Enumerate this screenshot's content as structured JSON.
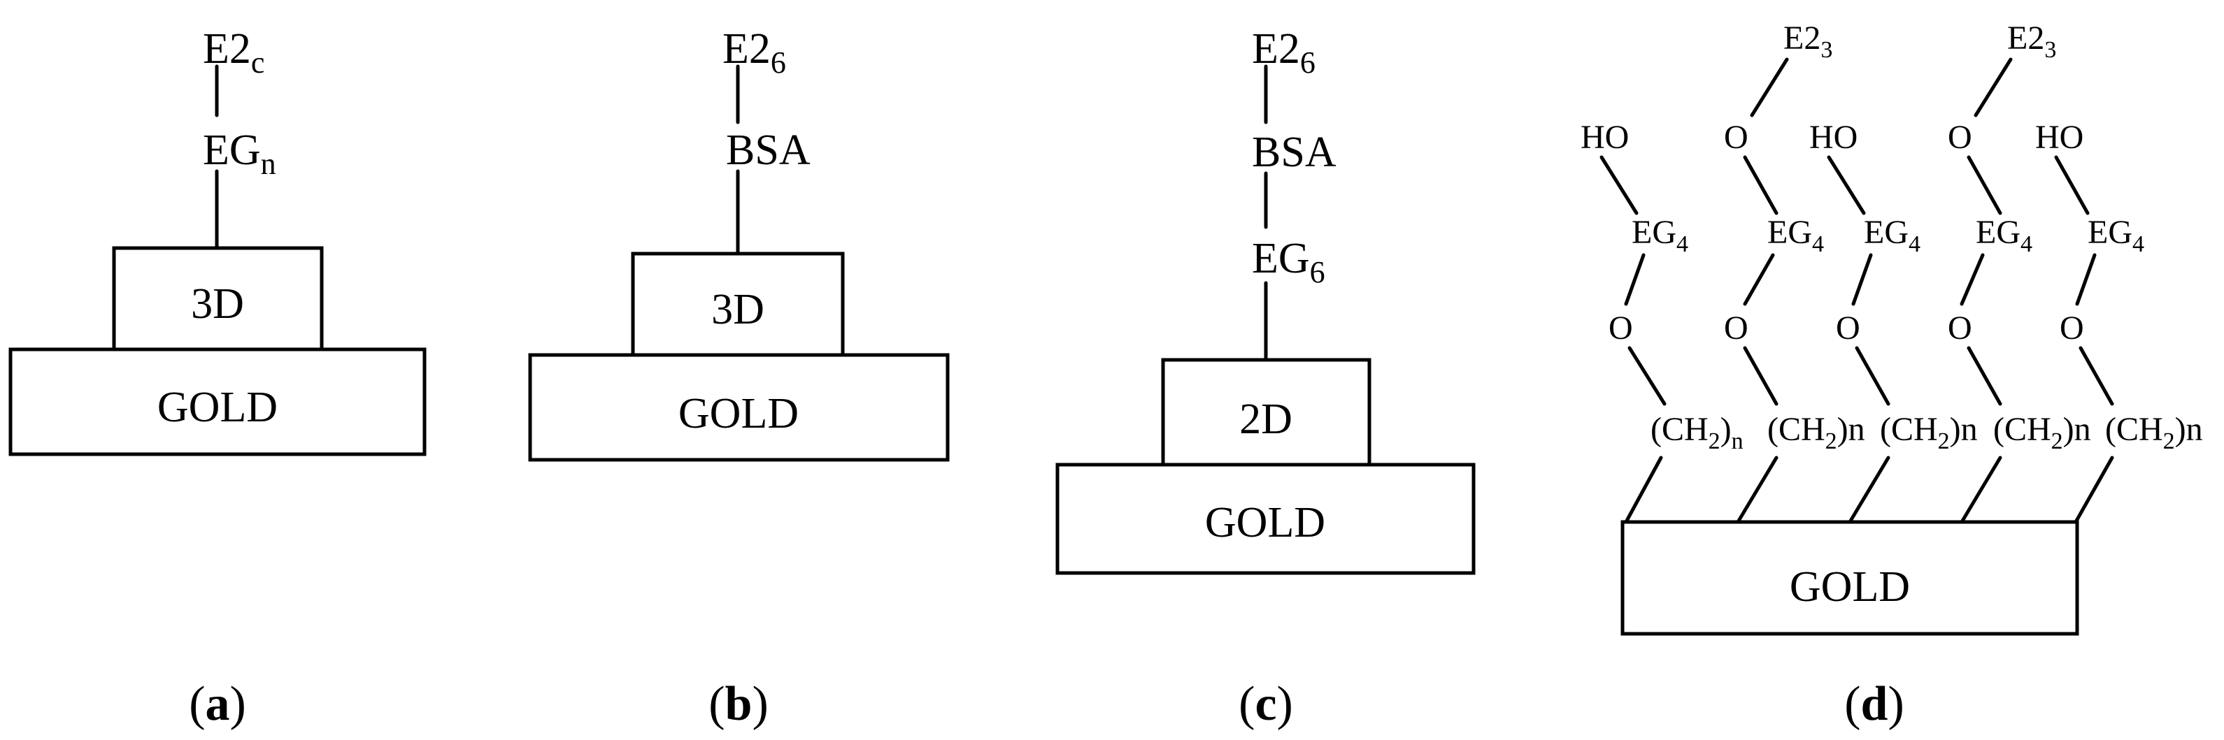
{
  "panels": {
    "a": {
      "caption": "a",
      "top": {
        "base": "E2",
        "sub": "c"
      },
      "mid": {
        "base": "EG",
        "sub": "n"
      },
      "layer": "3D",
      "substrate": "GOLD"
    },
    "b": {
      "caption": "b",
      "top": {
        "base": "E2",
        "sub": "6"
      },
      "mid": "BSA",
      "layer": "3D",
      "substrate": "GOLD"
    },
    "c": {
      "caption": "c",
      "top": {
        "base": "E2",
        "sub": "6"
      },
      "mid": "BSA",
      "low": {
        "base": "EG",
        "sub": "6"
      },
      "layer": "2D",
      "substrate": "GOLD"
    },
    "d": {
      "caption": "d",
      "substrate": "GOLD",
      "chains": [
        {
          "head": "HO",
          "eg": {
            "base": "EG",
            "sub": "4"
          },
          "o": "O",
          "ch2": {
            "base": "(CH",
            "sub": "2",
            "tail": ")",
            "n": "n"
          }
        },
        {
          "head_base": "E2",
          "head_sub": "3",
          "o_top": "O",
          "eg": {
            "base": "EG",
            "sub": "4"
          },
          "o": "O",
          "ch2": {
            "base": "(CH",
            "sub": "2",
            "tail": ")",
            "n": "n"
          }
        },
        {
          "head": "HO",
          "eg": {
            "base": "EG",
            "sub": "4"
          },
          "o": "O",
          "ch2": {
            "base": "(CH",
            "sub": "2",
            "tail": ")",
            "n": "n"
          }
        },
        {
          "head_base": "E2",
          "head_sub": "3",
          "o_top": "O",
          "eg": {
            "base": "EG",
            "sub": "4"
          },
          "o": "O",
          "ch2": {
            "base": "(CH",
            "sub": "2",
            "tail": ")",
            "n": "n"
          }
        },
        {
          "head": "HO",
          "eg": {
            "base": "EG",
            "sub": "4"
          },
          "o": "O",
          "ch2": {
            "base": "(CH",
            "sub": "2",
            "tail": ")",
            "n": "n"
          }
        }
      ]
    }
  }
}
